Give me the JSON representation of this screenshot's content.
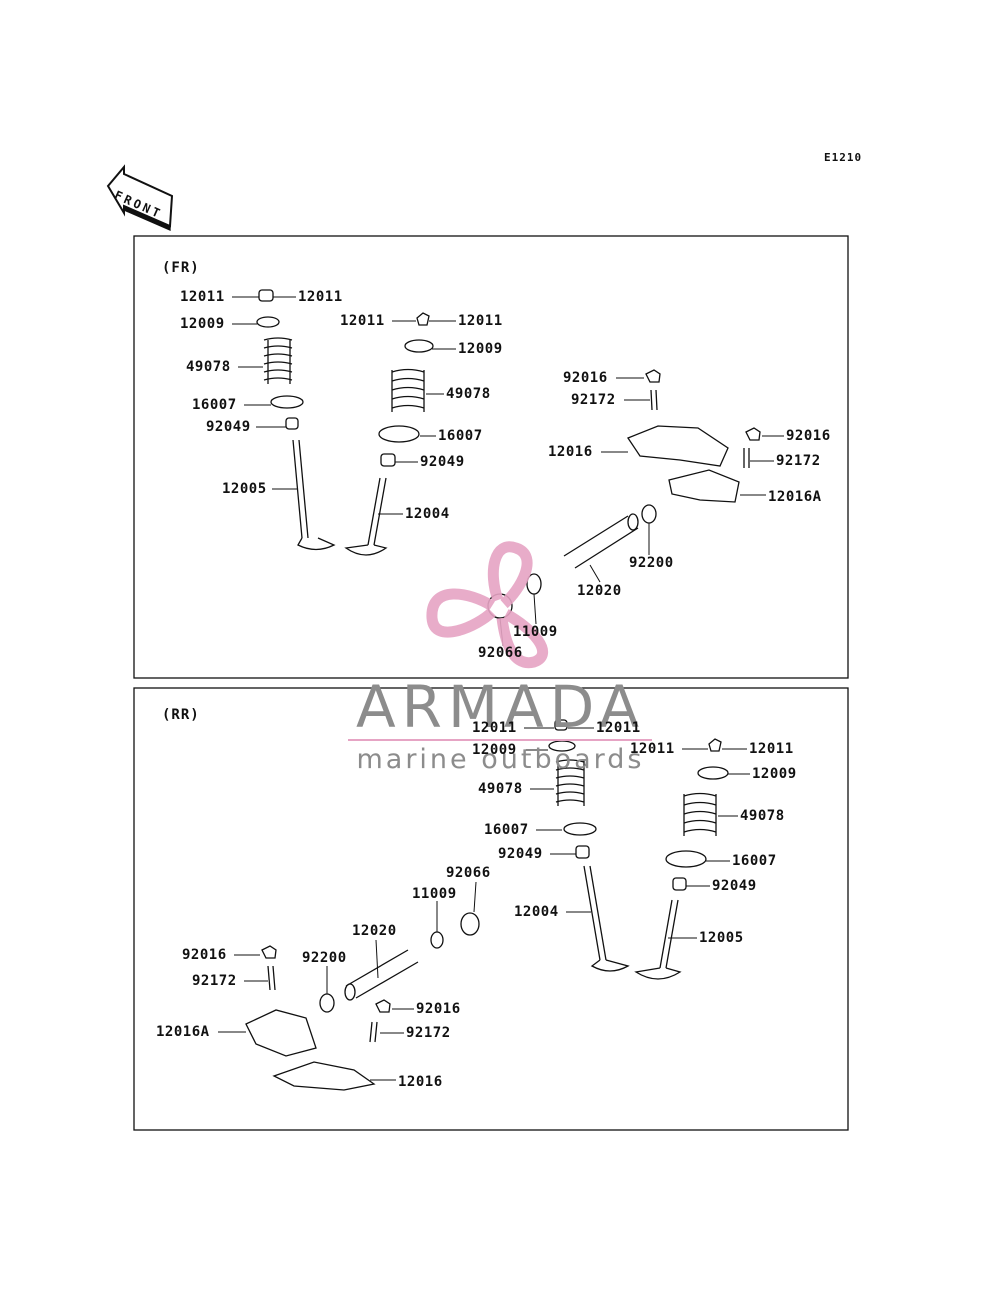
{
  "diagram_code": "E1210",
  "front_label": "FRONT",
  "watermark": {
    "title": "ARMADA",
    "subtitle": "marine outboards",
    "accent": "#e6a4c4"
  },
  "sections": {
    "fr": {
      "label": "(FR)"
    },
    "rr": {
      "label": "(RR)"
    }
  },
  "labels_fr": {
    "a": "12011",
    "b": "12011",
    "c": "12009",
    "d": "49078",
    "e": "16007",
    "f": "92049",
    "g": "12005",
    "h": "12011",
    "i": "12011",
    "j": "12009",
    "k": "49078",
    "l": "16007",
    "m": "92049",
    "n": "12004",
    "o": "92016",
    "p": "92172",
    "q": "12016",
    "r": "92016",
    "s": "92172",
    "t": "12016A",
    "u": "92200",
    "v": "12020",
    "w": "11009",
    "x": "92066"
  },
  "labels_rr": {
    "a": "12011",
    "b": "12011",
    "c": "12009",
    "d": "49078",
    "e": "16007",
    "f": "92049",
    "g": "12004",
    "h": "12011",
    "i": "12011",
    "j": "12009",
    "k": "49078",
    "l": "16007",
    "m": "92049",
    "n": "12005",
    "o": "92066",
    "p": "11009",
    "q": "12020",
    "r": "92200",
    "s": "92016",
    "t": "92172",
    "u": "12016A",
    "v": "92016",
    "w": "92172",
    "x": "12016"
  }
}
